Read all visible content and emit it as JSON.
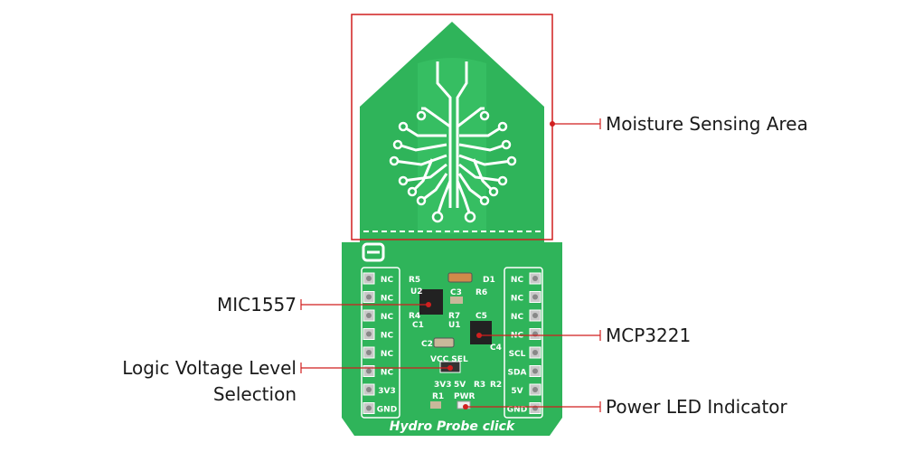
{
  "colors": {
    "pcb_green": "#2fb45a",
    "pcb_green_light": "#3dc86a",
    "silk": "#ffffff",
    "callout_red": "#d11f1f",
    "text": "#1a1a1a"
  },
  "callouts": {
    "moisture": "Moisture Sensing Area",
    "mic1557": "MIC1557",
    "mcp3221": "MCP3221",
    "logic_line1": "Logic Voltage Level",
    "logic_line2": "Selection",
    "power_led": "Power LED  Indicator"
  },
  "board": {
    "name_label": "Hydro Probe click",
    "left_pins": [
      "NC",
      "NC",
      "NC",
      "NC",
      "NC",
      "NC",
      "3V3",
      "GND"
    ],
    "right_pins": [
      "NC",
      "NC",
      "NC",
      "NC",
      "SCL",
      "SDA",
      "5V",
      "GND"
    ],
    "components": {
      "r5": "R5",
      "d1": "D1",
      "u2": "U2",
      "c3": "C3",
      "r6": "R6",
      "r4": "R4",
      "r7": "R7",
      "c5": "C5",
      "c1": "C1",
      "u1": "U1",
      "c2": "C2",
      "c4": "C4",
      "vcc_sel": "VCC SEL",
      "v3v3": "3V3",
      "v5v": "5V",
      "r3": "R3",
      "r2": "R2",
      "r1": "R1",
      "pwr": "PWR"
    }
  }
}
